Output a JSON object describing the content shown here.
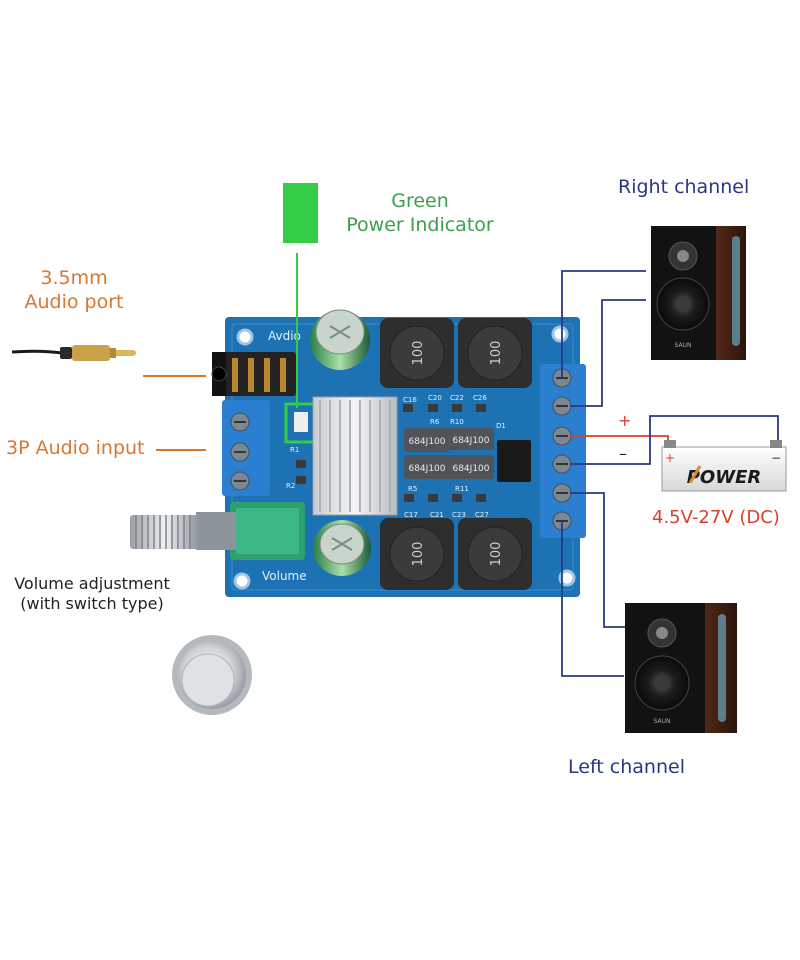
{
  "labels": {
    "power_indicator_line1": "Green",
    "power_indicator_line2": "Power Indicator",
    "audio_port_line1": "3.5mm",
    "audio_port_line2": "Audio port",
    "audio_input": "3P Audio input",
    "volume_line1": "Volume adjustment",
    "volume_line2": "(with switch type)",
    "right_channel": "Right channel",
    "left_channel": "Left channel",
    "voltage": "4.5V-27V (DC)",
    "plus": "+",
    "minus": "–"
  },
  "board": {
    "silk_audio": "Avdio",
    "silk_volume": "Volume",
    "inductor_mark": "100",
    "chip_mark_a": "684J100",
    "chip_mark_b": "684J100",
    "chip_mark_c": "684J100",
    "chip_mark_d": "684J100",
    "ref_c16": "C16",
    "ref_c20": "C20",
    "ref_c22": "C22",
    "ref_c26": "C26",
    "ref_c17": "C17",
    "ref_c21": "C21",
    "ref_c23": "C23",
    "ref_c27": "C27",
    "ref_r5": "R5",
    "ref_r11": "R11",
    "ref_d1": "D1",
    "ref_r2": "R2",
    "ref_r1": "R1",
    "ref_r10": "R10",
    "ref_r6": "R6"
  },
  "battery": {
    "brand": "POWER",
    "plus": "+",
    "minus": "−"
  },
  "speaker": {
    "brand": "SAUN"
  },
  "colors": {
    "board": "#1d72b4",
    "terminal": "#2b7fd0",
    "wire": "#2b3785",
    "power_led": "#33cc44",
    "label_orange": "#d9772e",
    "label_green": "#3aa14a",
    "label_navy": "#2b3785",
    "label_red": "#d9412b"
  }
}
